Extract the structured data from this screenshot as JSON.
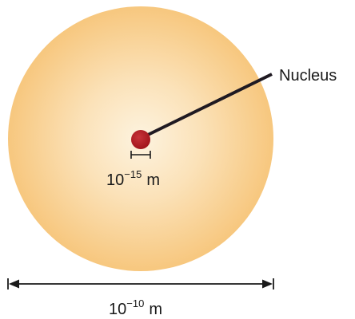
{
  "diagram": {
    "nucleus_label": "Nucleus",
    "nucleus_size": {
      "base": "10",
      "exponent": "−15",
      "unit": "m"
    },
    "atom_size": {
      "base": "10",
      "exponent": "−10",
      "unit": "m"
    }
  },
  "colors": {
    "cloud_center": "#fdf3df",
    "cloud_edge": "#f7c77e",
    "nucleus": "#a3161c",
    "pointer_line": "#1f1a22",
    "scale_line": "#1a1a1a"
  }
}
